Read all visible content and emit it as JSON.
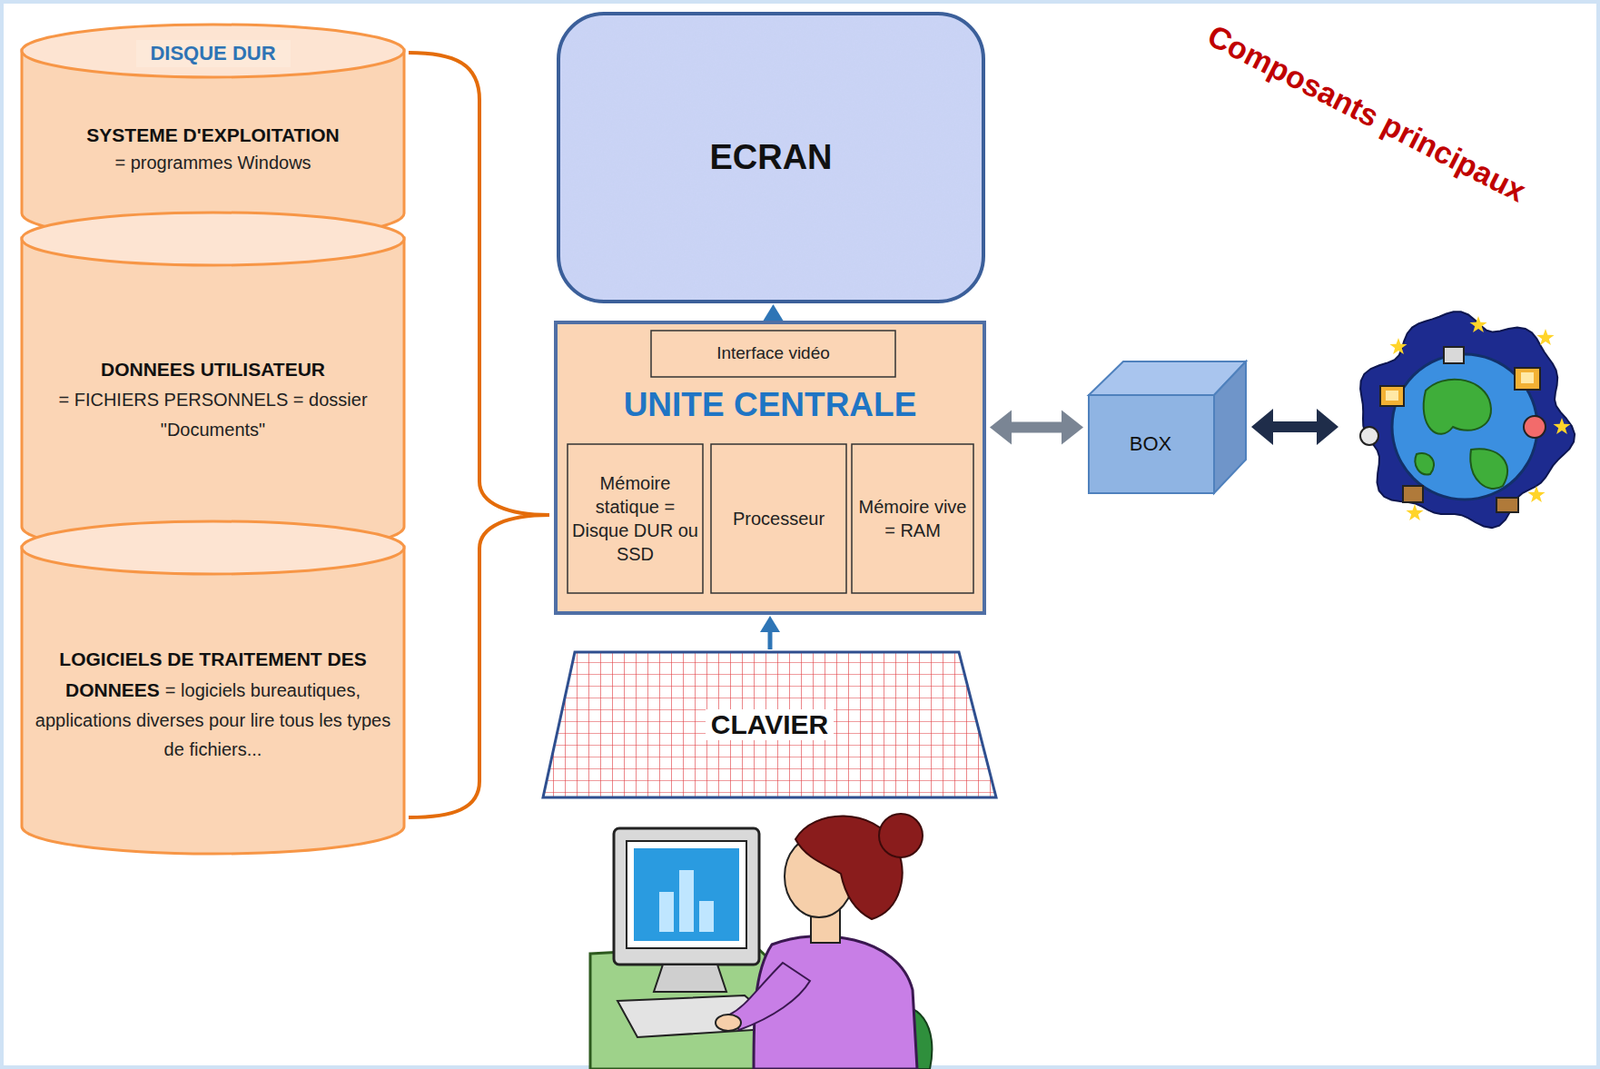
{
  "diagram": {
    "title": "Composants principaux",
    "nodes": [
      {
        "text": [
          "DISQUE DUR"
        ]
      },
      {
        "text": [
          "SYSTEME D'EXPLOITATION",
          "= programmes Windows"
        ],
        "in": 0
      },
      {
        "text": [
          "DONNEES UTILISATEUR",
          "= FICHIERS PERSONNELS = dossier \"Documents\""
        ],
        "in": 0
      },
      {
        "text": [
          "LOGICIELS DE TRAITEMENT DES DONNEES",
          "= logiciels bureautiques, applications diverses pour lire tous les types de fichiers..."
        ],
        "in": 0
      },
      {
        "text": [
          "ECRAN"
        ]
      },
      {
        "text": [
          "UNITE CENTRALE"
        ]
      },
      {
        "text": [
          "Interface vidéo"
        ],
        "in": 5
      },
      {
        "text": [
          "Mémoire statique = Disque DUR ou SSD"
        ],
        "in": 5
      },
      {
        "text": [
          "Processeur"
        ],
        "in": 5
      },
      {
        "text": [
          "Mémoire vive = RAM"
        ],
        "in": 5
      },
      {
        "text": [
          "CLAVIER"
        ]
      },
      {
        "text": [
          "BOX"
        ]
      }
    ],
    "edges": [
      {
        "from": 6,
        "to": 4,
        "arrow": "to"
      },
      {
        "from": 10,
        "to": 5,
        "arrow": "to"
      },
      {
        "from": 5,
        "to": 11,
        "arrow": "both"
      }
    ]
  }
}
